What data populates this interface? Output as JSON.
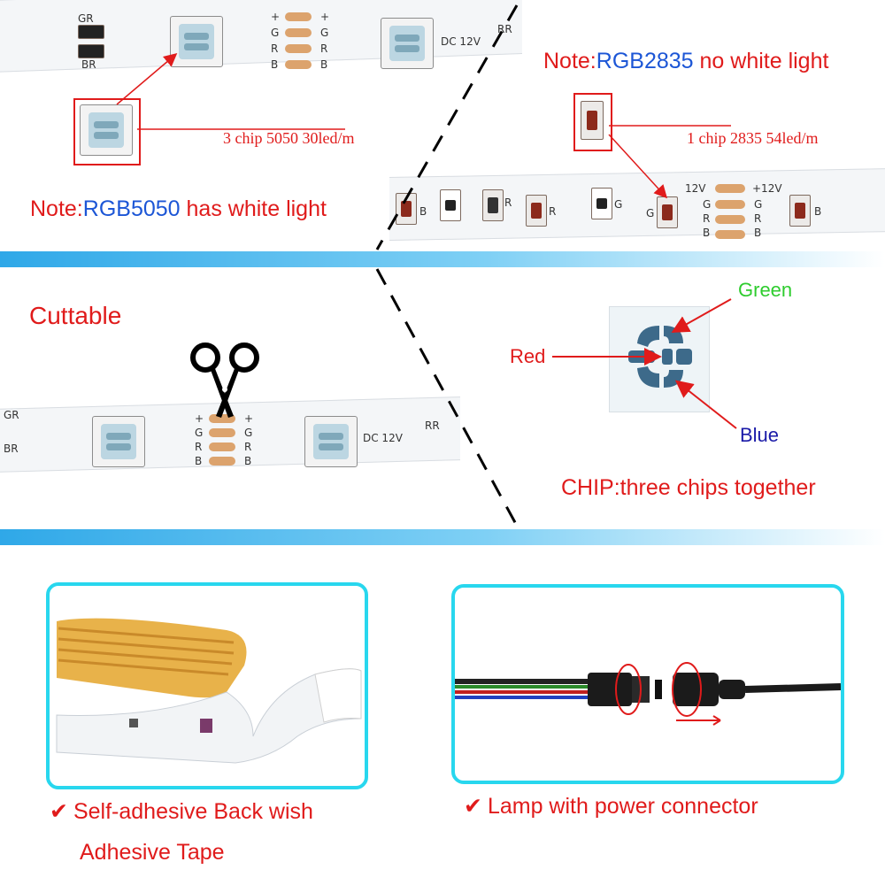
{
  "notes": {
    "rgb5050_prefix": "Note:",
    "rgb5050_model": "RGB5050",
    "rgb5050_suffix": " has white light",
    "rgb2835_prefix": "Note:",
    "rgb2835_model": "RGB2835",
    "rgb2835_suffix": " no white light"
  },
  "specs": {
    "spec_5050": "3 chip    5050 30led/m",
    "spec_2835": "1 chip    2835 54led/m"
  },
  "strip_labels": {
    "gr": "GR",
    "br": "BR",
    "dc12v": "DC 12V",
    "rr": "RR",
    "plus": "+",
    "g": "G",
    "r": "R",
    "b": "B",
    "plus12v": "+12V",
    "v12": "12V"
  },
  "cuttable": {
    "label": "Cuttable"
  },
  "chip_diagram": {
    "green": "Green",
    "red": "Red",
    "blue": "Blue",
    "caption": "CHIP:three chips together"
  },
  "features": {
    "adhesive_line1": "Self-adhesive Back wish",
    "adhesive_line2": "Adhesive Tape",
    "connector": "Lamp with power connector"
  },
  "colors": {
    "note_red": "#e01b1b",
    "model_blue": "#1c56d6",
    "green_label": "#2ecc2e",
    "blue_label": "#1a1aa8",
    "frame_cyan": "#28d7ee",
    "separator_blue": "#2fa8e8"
  }
}
